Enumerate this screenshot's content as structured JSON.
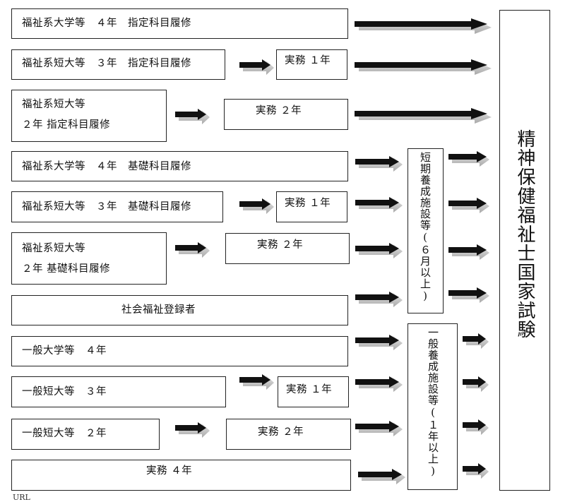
{
  "rows": [
    {
      "label": "福祉系大学等　４年　指定科目履修"
    },
    {
      "label": "福祉系短大等　３年　指定科目履修",
      "practice": "実務 １年"
    },
    {
      "label_line1": "福祉系短大等",
      "label_line2": "２年 指定科目履修",
      "practice": "実務 ２年"
    },
    {
      "label": "福祉系大学等　４年　基礎科目履修"
    },
    {
      "label": "福祉系短大等　３年　基礎科目履修",
      "practice": "実務 １年"
    },
    {
      "label_line1": "福祉系短大等",
      "label_line2": "２年 基礎科目履修",
      "practice": "実務 ２年"
    },
    {
      "label": "社会福祉登録者"
    },
    {
      "label": "一般大学等　４年"
    },
    {
      "label": "一般短大等　３年",
      "practice": "実務 １年"
    },
    {
      "label": "一般短大等　２年",
      "practice": "実務 ２年"
    },
    {
      "label": "実務 ４年"
    }
  ],
  "facilities": {
    "short": "短期養成施設等(６月以上)",
    "general": "一般養成施設等(１年以上)"
  },
  "exam": "精神保健福祉士国家試験",
  "footer": "URL",
  "colors": {
    "arrow_dark": "#111111",
    "arrow_shadow": "#c7c7c7",
    "border": "#222222"
  }
}
